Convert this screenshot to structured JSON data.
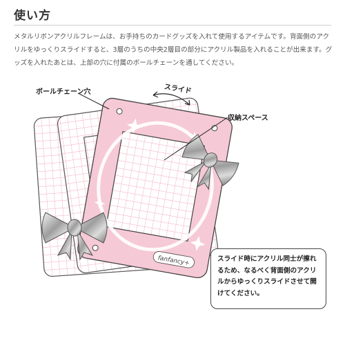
{
  "heading": "使い方",
  "description": [
    "メタルリボンアクリルフレームは、お手持ちのカードグッズを入れて使用するアイテムです。背面側のアクリルをゆっくりスライドすると、3層のうちの中央2層目の部分にアクリル製品を入れることが出来ます。グッズを入れたあとは、上部の穴に付属のボールチェーンを通してください。"
  ],
  "labels": {
    "ball_chain_hole": "ボールチェーン穴",
    "slide": "スライド",
    "storage_space": "収納スペース",
    "logo": "fanfancy+"
  },
  "note": "スライド時にアクリル同士が擦れるため、なるべく背面側のアクリルからゆっくりスライドさせて開けてください。",
  "colors": {
    "frame_pink": "#f6c9d6",
    "grid_line": "#f3a7bf",
    "ribbon_silver": "#b9b9b9"
  }
}
